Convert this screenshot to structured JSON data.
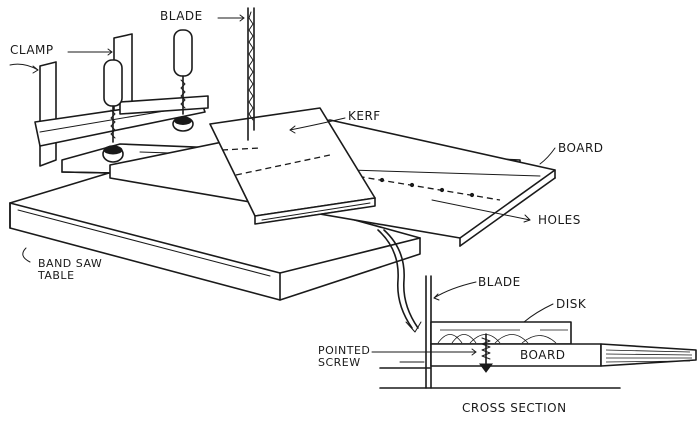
{
  "labels": {
    "blade_top": "BLADE",
    "clamp": "CLAMP",
    "kerf": "KERF",
    "board": "BOARD",
    "holes": "HOLES",
    "band_saw_table_line1": "BAND SAW",
    "band_saw_table_line2": "TABLE",
    "blade_section": "BLADE",
    "disk": "DISK",
    "pointed_screw_line1": "POINTED",
    "pointed_screw_line2": "SCREW",
    "board_section": "BOARD",
    "cross_section": "CROSS SECTION"
  },
  "colors": {
    "ink": "#1a1a1a",
    "paper": "#ffffff"
  }
}
